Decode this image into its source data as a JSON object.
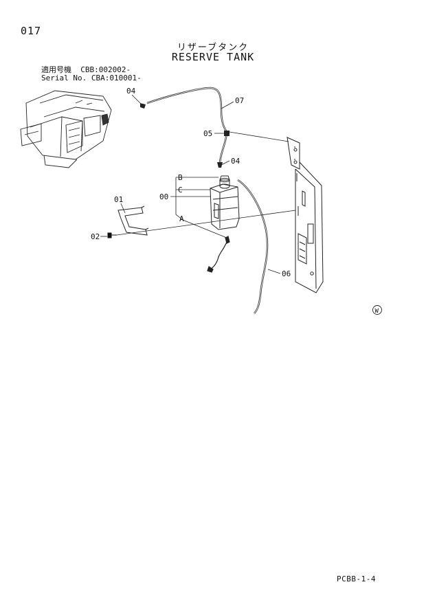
{
  "header": {
    "page_number": "017",
    "title_jp": "リザーブタンク",
    "title_en": "RESERVE TANK",
    "applicability": {
      "line1": "適用号機  CBB:002002-",
      "line2": "Serial No. CBA:010001-"
    }
  },
  "callouts": {
    "p04_top": "04",
    "p07": "07",
    "p05": "05",
    "p04_cap": "04",
    "ref_b": "B",
    "ref_c": "C",
    "p00": "00",
    "p01": "01",
    "p02": "02",
    "ref_a": "A",
    "p06": "06"
  },
  "mark": "W",
  "footer": {
    "doc_code": "PCBB-1-4"
  }
}
